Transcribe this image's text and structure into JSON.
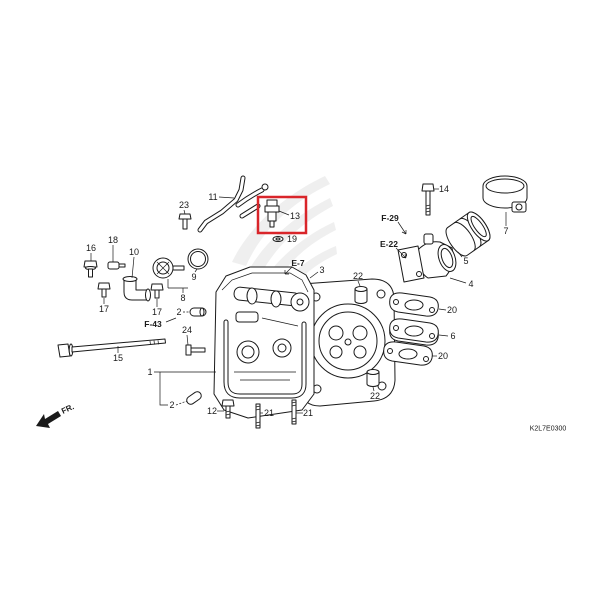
{
  "callouts": [
    "11",
    "13",
    "19",
    "23",
    "16",
    "18",
    "10",
    "9",
    "8",
    "17",
    "17",
    "2",
    "24",
    "15",
    "1",
    "2",
    "12",
    "21",
    "21",
    "3",
    "22",
    "22",
    "14",
    "7",
    "5",
    "4",
    "20",
    "6",
    "20"
  ],
  "references": [
    "E-7",
    "E-22",
    "F-29",
    "F-43"
  ],
  "front_marker": "FR.",
  "diagram_code": "K2L7E0300",
  "colors": {
    "line": "#1a1a1a",
    "highlight": "#d9252a",
    "watermark": "#efefef",
    "background": "#ffffff"
  }
}
